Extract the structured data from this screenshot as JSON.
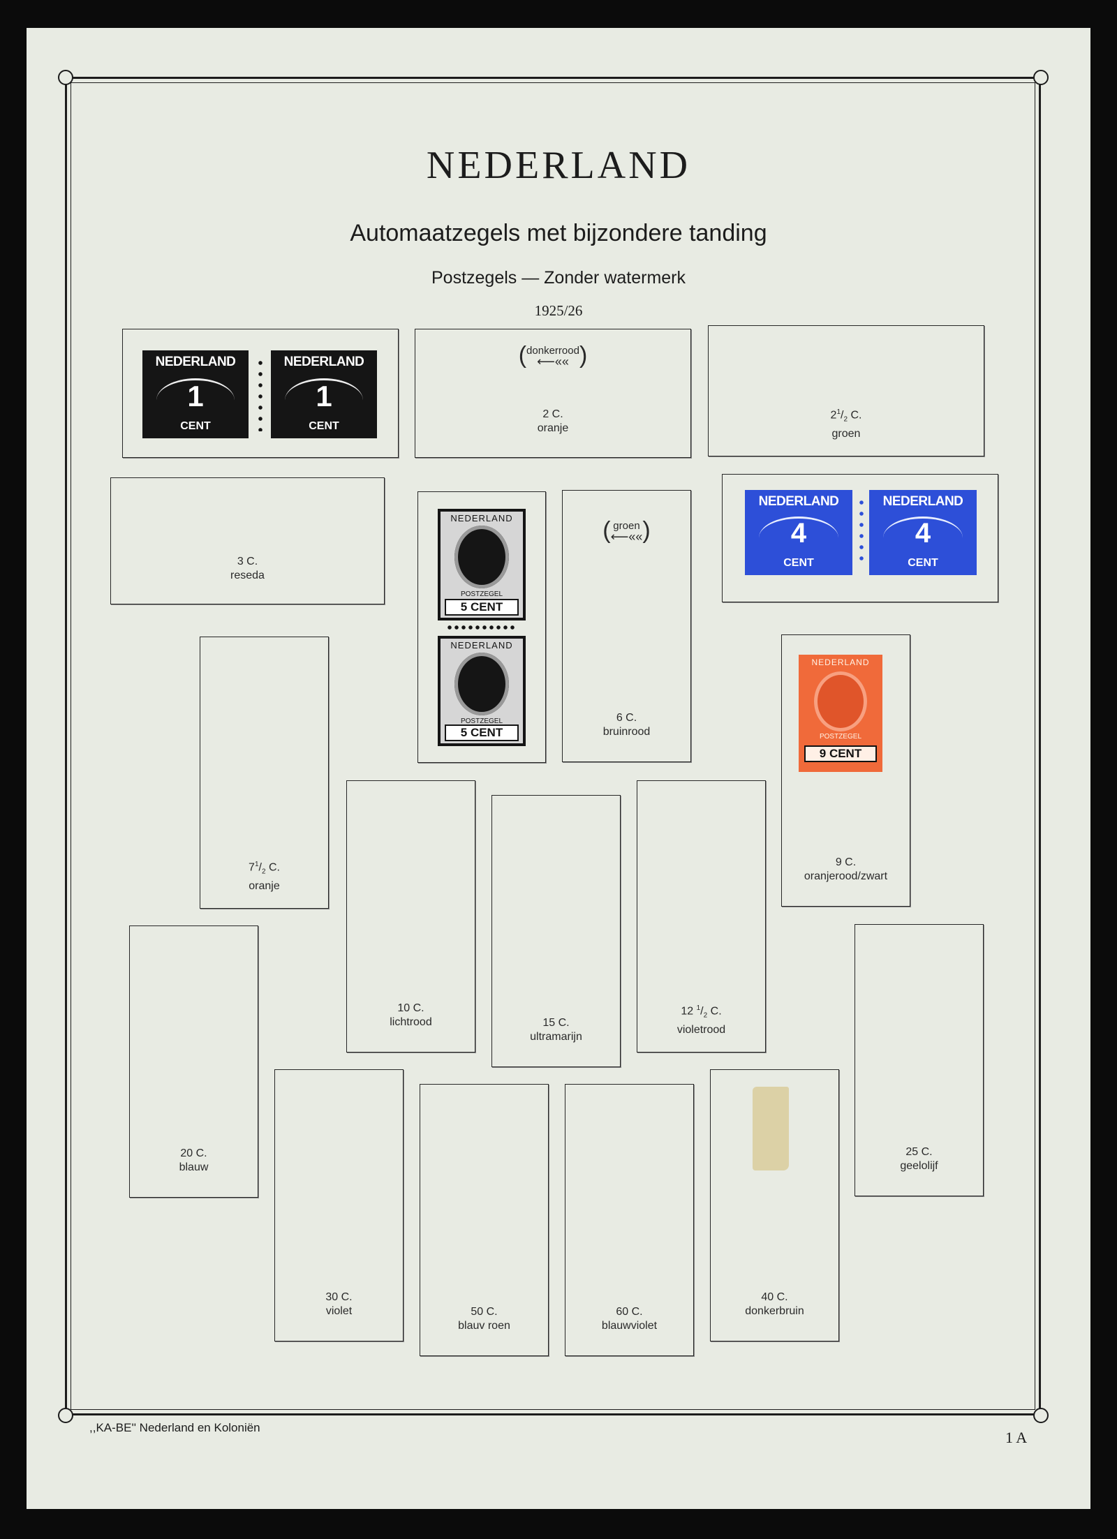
{
  "page": {
    "title": "NEDERLAND",
    "subtitle": "Automaatzegels met bijzondere tanding",
    "subtitle2": "Postzegels — Zonder watermerk",
    "year": "1925/26",
    "footer_left": ",,KA-BE'' Nederland en Koloniën",
    "page_number": "1 A"
  },
  "slots": {
    "s1c": {
      "stamp_text": "NEDERLAND",
      "stamp_value": "1",
      "stamp_cent": "CENT"
    },
    "s2c": {
      "note": "donkerrood",
      "value": "2 C.",
      "color": "oranje"
    },
    "s2_5c": {
      "value_main": "2",
      "value_frac_num": "1",
      "value_frac_den": "2",
      "value_unit": " C.",
      "color": "groen"
    },
    "s3c": {
      "value": "3 C.",
      "color": "reseda"
    },
    "s5c": {
      "stamp_text": "NEDERLAND",
      "stamp_mid": "POSTZEGEL",
      "stamp_value": "5 CENT"
    },
    "s6c": {
      "note": "groen",
      "value": "6 C.",
      "color": "bruinrood"
    },
    "s4c": {
      "stamp_text": "NEDERLAND",
      "stamp_value": "4",
      "stamp_cent": "CENT"
    },
    "s7_5c": {
      "value_main": "7",
      "value_frac_num": "1",
      "value_frac_den": "2",
      "value_unit": " C.",
      "color": "oranje"
    },
    "s9c": {
      "stamp_text": "NEDERLAND",
      "stamp_mid": "POSTZEGEL",
      "stamp_value": "9 CENT",
      "value": "9 C.",
      "color": "oranjerood/zwart"
    },
    "s10c": {
      "value": "10 C.",
      "color": "lichtrood"
    },
    "s15c": {
      "value": "15 C.",
      "color": "ultramarijn"
    },
    "s12_5c": {
      "value_main": "12",
      "value_frac_num": "1",
      "value_frac_den": "2",
      "value_unit": " C.",
      "color": "violetrood"
    },
    "s20c": {
      "value": "20 C.",
      "color": "blauw"
    },
    "s25c": {
      "value": "25 C.",
      "color": "geelolijf"
    },
    "s30c": {
      "value": "30 C.",
      "color": "violet"
    },
    "s50c": {
      "value": "50 C.",
      "color": "blauv  roen"
    },
    "s60c": {
      "value": "60 C.",
      "color": "blauwviolet"
    },
    "s40c": {
      "value": "40 C.",
      "color": "donkerbruin"
    }
  },
  "colors": {
    "paper": "#e8ebe3",
    "ink": "#1c1c1c",
    "stamp_black": "#151515",
    "stamp_blue": "#2d4fd8",
    "stamp_orange": "#f06a3a"
  }
}
